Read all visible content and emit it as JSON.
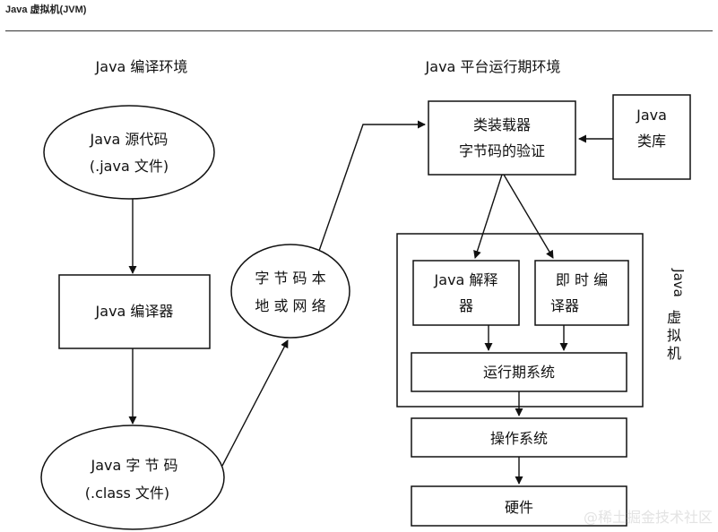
{
  "page": {
    "title": "Java 虚拟机(JVM)"
  },
  "sections": {
    "compile_env": "Java 编译环境",
    "runtime_env": "Java 平台运行期环境"
  },
  "nodes": {
    "source_line1": "Java  源代码",
    "source_line2": "(.java 文件)",
    "compiler": "Java 编译器",
    "bytecode_line1": "Java    字 节 码",
    "bytecode_line2": "(.class 文件)",
    "network_line1": "字 节 码 本",
    "network_line2": "地 或 网 络",
    "loader_line1": "类装载器",
    "loader_line2": "字节码的验证",
    "library_line1": "Java",
    "library_line2": "类库",
    "interpreter_line1": "Java 解释",
    "interpreter_line2": "器",
    "jit_line1": "即 时 编",
    "jit_line2": "译器",
    "runtime_system": "运行期系统",
    "jvm_label": [
      "Java",
      "虚",
      "拟",
      "机"
    ],
    "os": "操作系统",
    "hardware": "硬件"
  },
  "watermark": "@稀土掘金技术社区"
}
